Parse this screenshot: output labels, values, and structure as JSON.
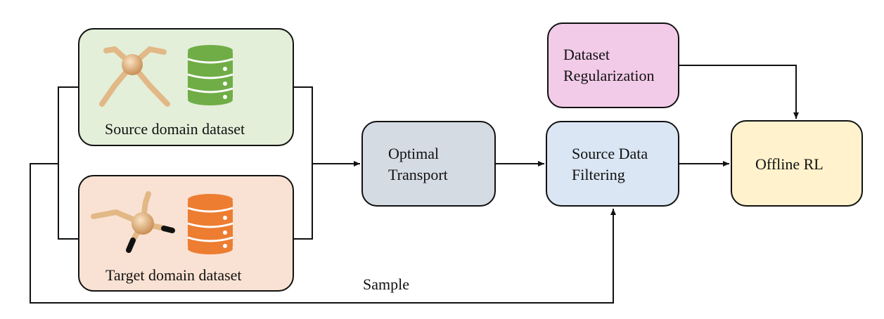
{
  "nodes": {
    "source_dataset": {
      "label": "Source domain dataset",
      "fill": "#e3efd9"
    },
    "target_dataset": {
      "label": "Target domain dataset",
      "fill": "#f9e2d3"
    },
    "optimal_transport": {
      "line1": "Optimal",
      "line2": "Transport",
      "fill": "#d5dbe3"
    },
    "source_data_filtering": {
      "line1": "Source Data",
      "line2": "Filtering",
      "fill": "#dae6f4"
    },
    "dataset_regularization": {
      "line1": "Dataset",
      "line2": "Regularization",
      "fill": "#f2cbe8"
    },
    "offline_rl": {
      "label": "Offline RL",
      "fill": "#fff2cc"
    }
  },
  "edges": {
    "sample_label": "Sample"
  },
  "colors": {
    "source_db": "#70ad47",
    "target_db": "#ed7d31",
    "robot": "#e6bf8f"
  },
  "icons": [
    "ant-robot-icon",
    "database-icon"
  ]
}
